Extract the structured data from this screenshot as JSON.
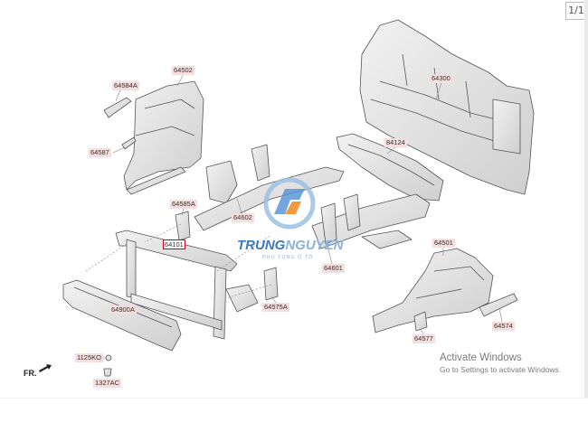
{
  "viewer": {
    "page_counter": "1/1"
  },
  "parts": {
    "p64584A": "64584A",
    "p64502": "64502",
    "p64587": "64587",
    "p64300": "64300",
    "p84124": "84124",
    "p64585A": "64585A",
    "p64602": "64602",
    "p64101": "64101",
    "p64601": "64601",
    "p64501": "64501",
    "p64900A": "64900A",
    "p64575A": "64575A",
    "p64574": "64574",
    "p64577": "64577",
    "p1125KO": "1125KO",
    "p1327AC": "1327AC"
  },
  "orientation": {
    "label": "FR."
  },
  "watermark": {
    "brand_part1": "TRUNG",
    "brand_part2": "NGUYEN",
    "subtitle": "PHỤ TÙNG Ô TÔ",
    "brand_color": "#1f63b5",
    "accent_color": "#f08a1c"
  },
  "os_notice": {
    "title": "Activate Windows",
    "subtitle": "Go to Settings to activate Windows."
  },
  "colors": {
    "label_bg": "#f6dede",
    "highlight_border": "#d0021b",
    "part_fill": "#e6e6e6",
    "part_stroke": "#555555"
  }
}
